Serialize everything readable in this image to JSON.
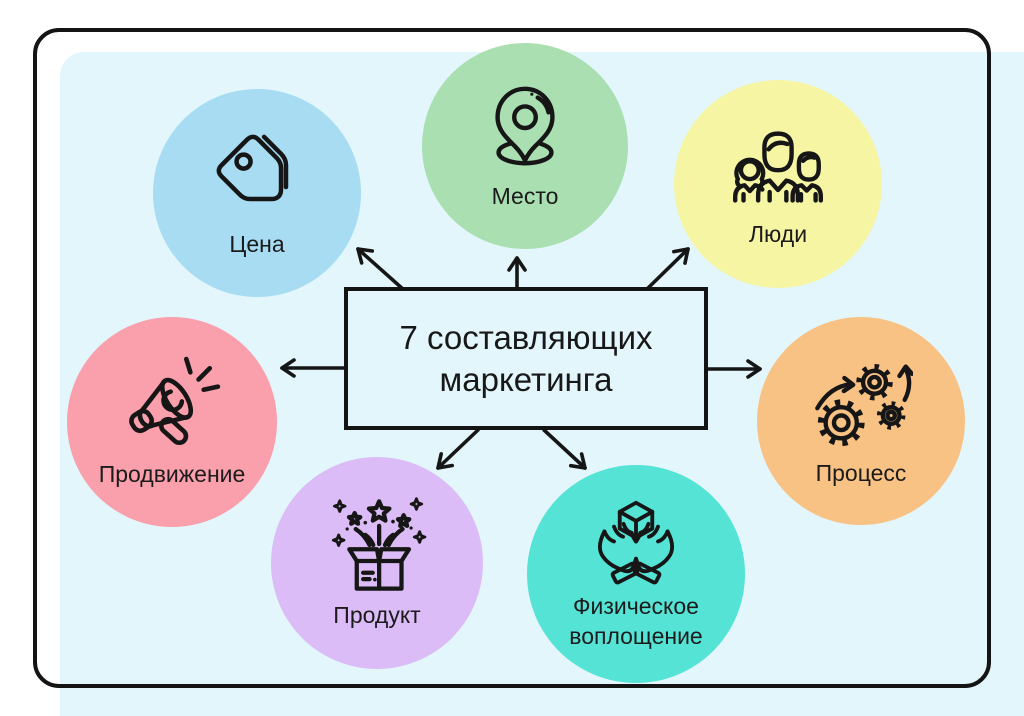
{
  "page": {
    "background": "#ffffff",
    "ink": "#161616"
  },
  "panel": {
    "background": "#e2f6fc"
  },
  "frame": {
    "border_color": "#141414"
  },
  "center_box": {
    "title_line1": "7 составляющих",
    "title_line2": "маркетинга",
    "background": "#e2f6fc"
  },
  "bubbles": [
    {
      "id": "price",
      "label": "Цена",
      "icon": "price-tag-icon",
      "color": "#a7dcf2"
    },
    {
      "id": "place",
      "label": "Место",
      "icon": "location-pin-icon",
      "color": "#a9dfb1"
    },
    {
      "id": "people",
      "label": "Люди",
      "icon": "people-icon",
      "color": "#f6f5a4"
    },
    {
      "id": "promotion",
      "label": "Продвижение",
      "icon": "megaphone-icon",
      "color": "#fa9fac"
    },
    {
      "id": "process",
      "label": "Процесс",
      "icon": "gears-icon",
      "color": "#f9c285"
    },
    {
      "id": "product",
      "label": "Продукт",
      "icon": "gift-box-icon",
      "color": "#dcbcf7"
    },
    {
      "id": "physical-evidence",
      "label": "Физическое воплощение",
      "icon": "hands-cube-icon",
      "color": "#55e3d6"
    }
  ],
  "arrows": [
    "up-left",
    "up",
    "up-right",
    "left",
    "right",
    "down-left",
    "down-right"
  ]
}
